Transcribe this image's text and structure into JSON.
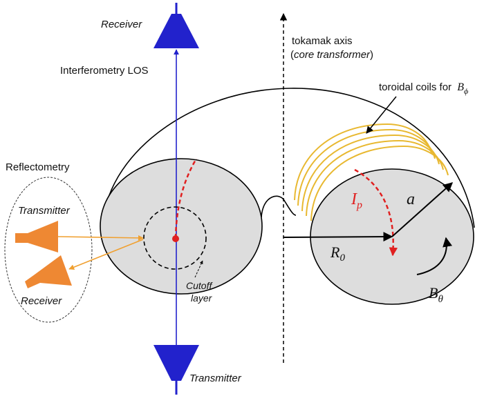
{
  "labels": {
    "receiver_top": "Receiver",
    "interferometry_los": "Interferometry LOS",
    "transmitter_bottom": "Transmitter",
    "tokamak_axis": "tokamak axis",
    "core_transformer": "core transformer",
    "toroidal_coils": "toroidal coils for",
    "reflectometry": "Reflectometry",
    "reflectometry_transmitter": "Transmitter",
    "reflectometry_receiver": "Receiver",
    "cutoff_line1": "Cutoff",
    "cutoff_line2": "layer",
    "plasma_current_symbol": "I",
    "plasma_current_sub": "p",
    "minor_radius": "a",
    "major_radius_symbol": "R",
    "major_radius_sub": "0",
    "poloidal_field_symbol": "B",
    "poloidal_field_sub": "θ",
    "toroidal_field_symbol": "B",
    "toroidal_field_sub": "ϕ"
  },
  "colors": {
    "los_blue": "#2222cc",
    "horn_orange": "#ee8833",
    "ray_orange": "#f0a030",
    "coil_yellow": "#e8b830",
    "current_red": "#e02020",
    "plasma_fill": "#dddddd",
    "outline": "#000000"
  }
}
